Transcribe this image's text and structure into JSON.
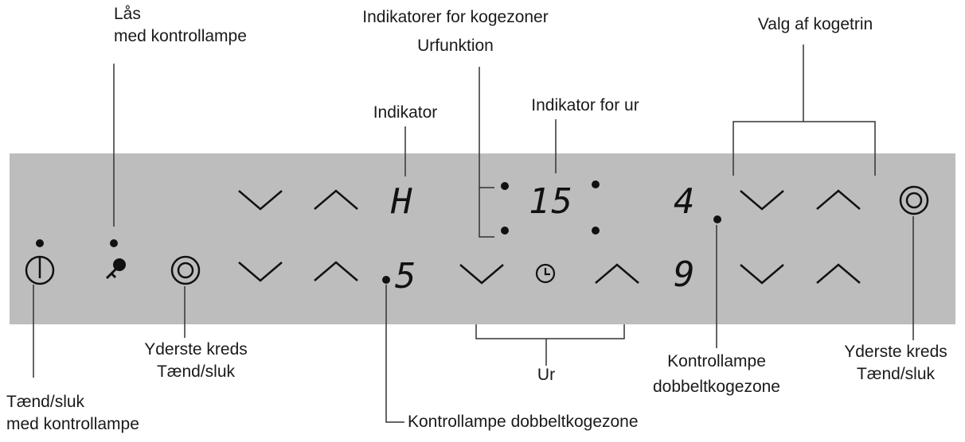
{
  "labels": {
    "lock_line1": "Lås",
    "lock_line2": "med kontrollampe",
    "zone_indicators_line1": "Indikatorer for kogezoner",
    "zone_indicators_line2": "Urfunktion",
    "indicator": "Indikator",
    "clock_indicator": "Indikator for ur",
    "select_level": "Valg af kogetrin",
    "outer_circle_left_line1": "Yderste kreds",
    "outer_circle_left_line2": "Tænd/sluk",
    "clock": "Ur",
    "double_zone_lamp_right_line1": "Kontrollampe",
    "double_zone_lamp_right_line2": "dobbeltkogezone",
    "outer_circle_right_line1": "Yderste kreds",
    "outer_circle_right_line2": "Tænd/sluk",
    "onoff_line1": "Tænd/sluk",
    "onoff_line2": "med kontrollampe",
    "double_zone_lamp_bottom": "Kontrollampe dobbeltkogezone"
  },
  "displays": {
    "zone_top_left": "H",
    "zone_bottom_left": "5",
    "timer": "15",
    "zone_top_right": "4",
    "zone_bottom_right": "9"
  },
  "icons": [
    "power-icon",
    "key-lock-icon",
    "dual-circle-icon",
    "clock-icon",
    "chevron-down-icon",
    "chevron-up-icon"
  ],
  "colors": {
    "panel": "#bdbdbd",
    "ink": "#111111",
    "leader": "#333333"
  }
}
